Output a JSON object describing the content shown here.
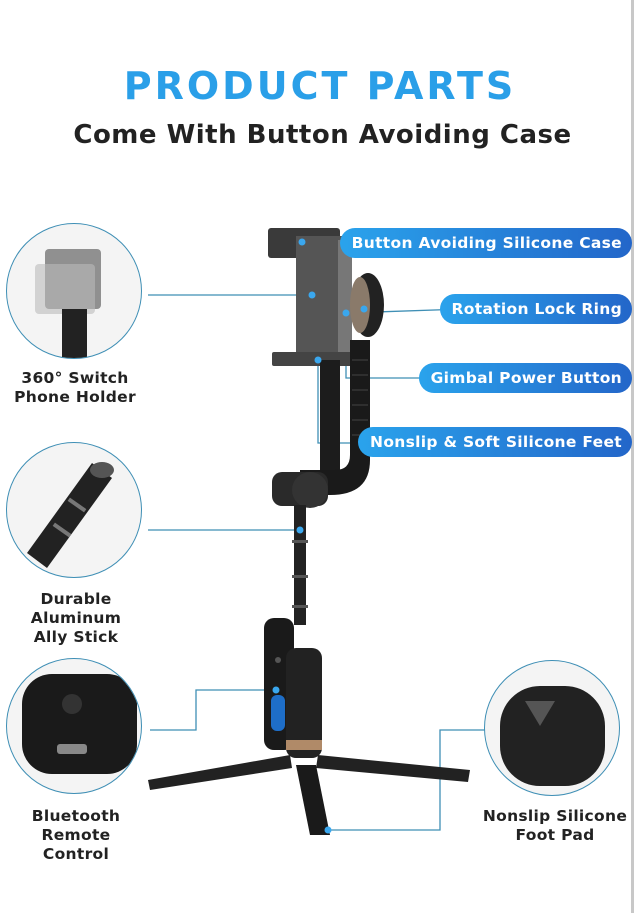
{
  "header": {
    "title": "PRODUCT PARTS",
    "subtitle": "Come With Button Avoiding Case"
  },
  "callouts": [
    {
      "label": "Button Avoiding Silicone Case"
    },
    {
      "label": "Rotation Lock Ring"
    },
    {
      "label": "Gimbal Power Button"
    },
    {
      "label": "Nonslip & Soft Silicone Feet"
    }
  ],
  "features": [
    {
      "label_line1": "360° Switch",
      "label_line2": "Phone Holder",
      "icon": "phone-holder-closeup"
    },
    {
      "label_line1": "Durable Aluminum",
      "label_line2": "Ally Stick",
      "icon": "stick-closeup"
    },
    {
      "label_line1": "Bluetooth Remote",
      "label_line2": "Control",
      "icon": "remote-closeup"
    },
    {
      "label_line1": "Nonslip Silicone",
      "label_line2": "Foot Pad",
      "icon": "foot-pad-closeup"
    }
  ],
  "colors": {
    "accent": "#2a9fe8",
    "pill_end": "#2366c9",
    "line": "#3f8fb5"
  }
}
